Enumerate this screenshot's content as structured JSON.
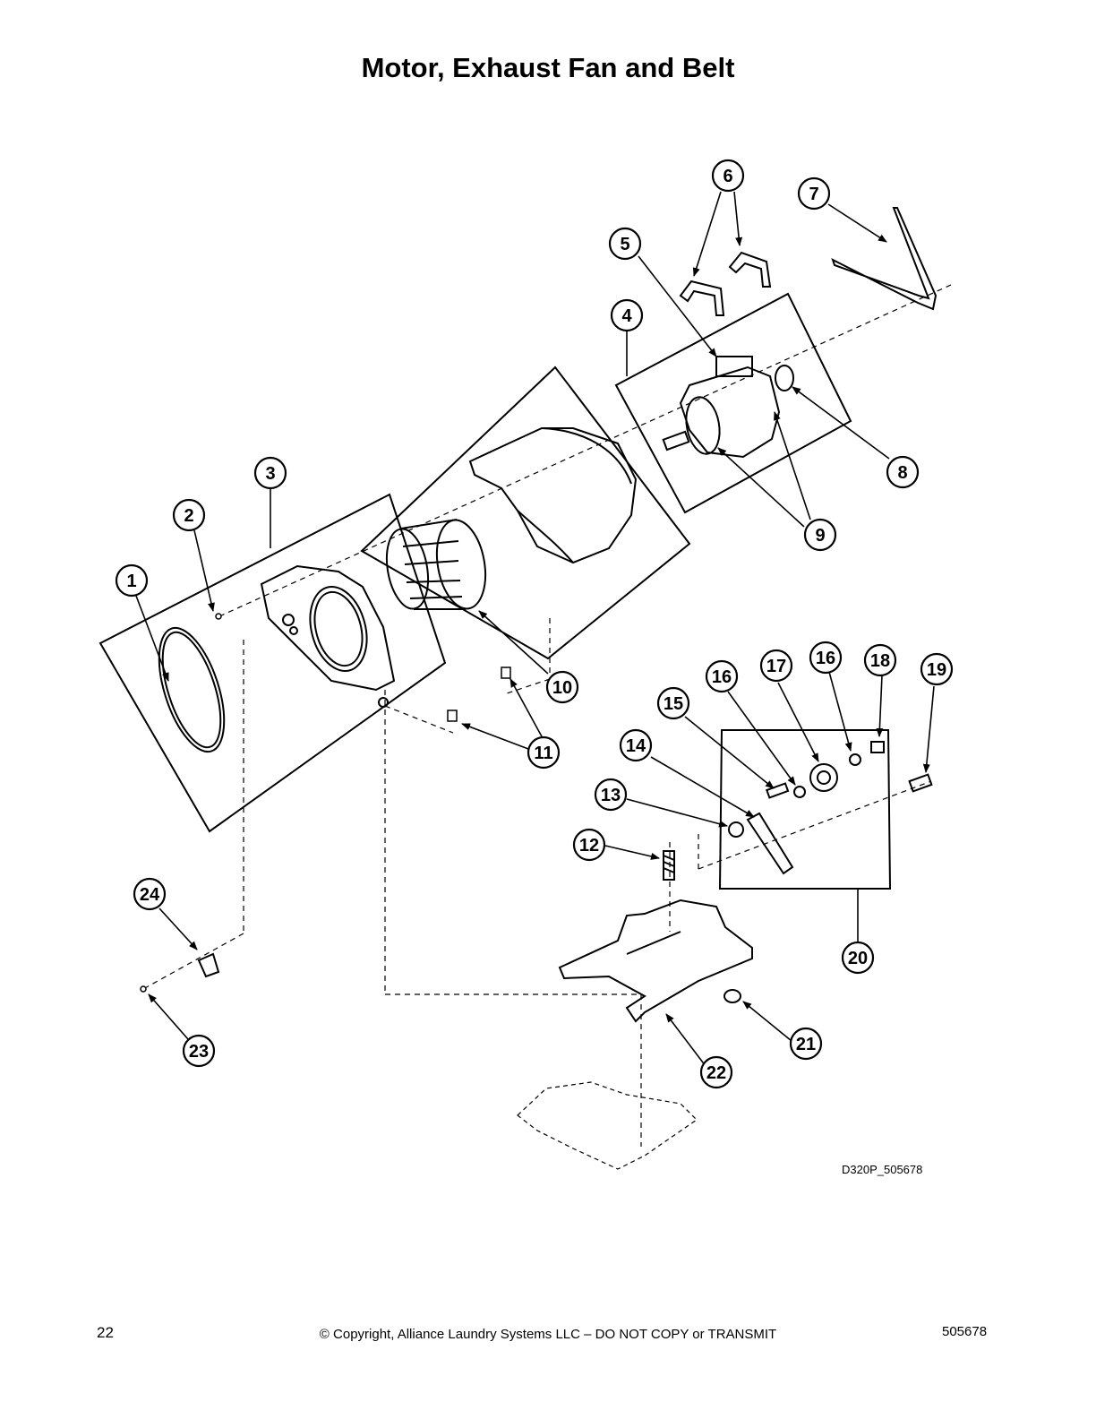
{
  "page": {
    "title": "Motor, Exhaust Fan and Belt",
    "drawing_code": "D320P_505678",
    "footer": {
      "page_number": "22",
      "copyright": "© Copyright, Alliance Laundry Systems LLC – DO NOT COPY or TRANSMIT",
      "document_number": "505678"
    }
  },
  "callouts": [
    {
      "id": "c1",
      "label": "1"
    },
    {
      "id": "c2",
      "label": "2"
    },
    {
      "id": "c3",
      "label": "3"
    },
    {
      "id": "c4",
      "label": "4"
    },
    {
      "id": "c5",
      "label": "5"
    },
    {
      "id": "c6",
      "label": "6"
    },
    {
      "id": "c7",
      "label": "7"
    },
    {
      "id": "c8",
      "label": "8"
    },
    {
      "id": "c9",
      "label": "9"
    },
    {
      "id": "c10",
      "label": "10"
    },
    {
      "id": "c11",
      "label": "11"
    },
    {
      "id": "c12",
      "label": "12"
    },
    {
      "id": "c13",
      "label": "13"
    },
    {
      "id": "c14",
      "label": "14"
    },
    {
      "id": "c15",
      "label": "15"
    },
    {
      "id": "c16a",
      "label": "16"
    },
    {
      "id": "c17",
      "label": "17"
    },
    {
      "id": "c16b",
      "label": "16"
    },
    {
      "id": "c18",
      "label": "18"
    },
    {
      "id": "c19",
      "label": "19"
    },
    {
      "id": "c20",
      "label": "20"
    },
    {
      "id": "c21",
      "label": "21"
    },
    {
      "id": "c22",
      "label": "22"
    },
    {
      "id": "c23",
      "label": "23"
    },
    {
      "id": "c24",
      "label": "24"
    }
  ]
}
